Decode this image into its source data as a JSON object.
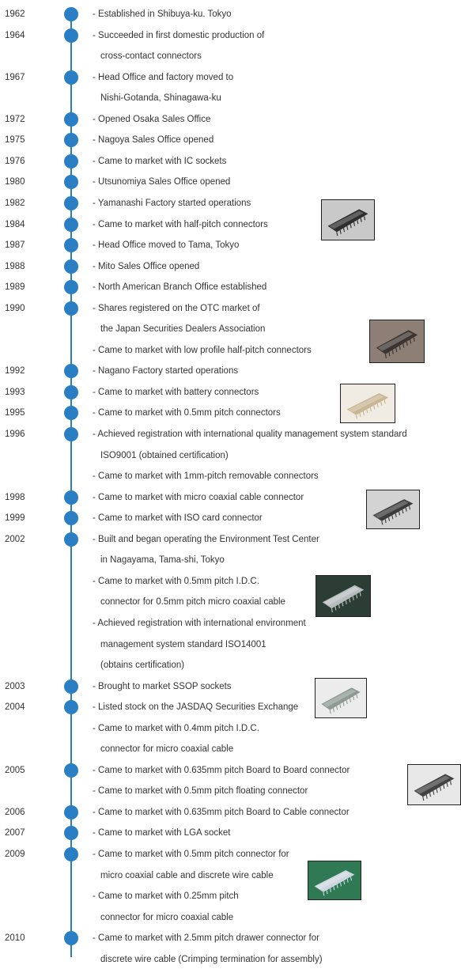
{
  "rows": [
    {
      "year": "1962",
      "text": "- Established in Shibuya-ku. Tokyo"
    },
    {
      "year": "1964",
      "text": "- Succeeded in first domestic production of"
    },
    {
      "year": "",
      "text": "cross-contact connectors"
    },
    {
      "year": "1967",
      "text": "- Head Office and factory moved to"
    },
    {
      "year": "",
      "text": "Nishi-Gotanda, Shinagawa-ku"
    },
    {
      "year": "1972",
      "text": "- Opened Osaka Sales Office"
    },
    {
      "year": "1975",
      "text": "- Nagoya Sales Office opened"
    },
    {
      "year": "1976",
      "text": "- Came to market with IC sockets"
    },
    {
      "year": "1980",
      "text": "- Utsunomiya Sales Office opened"
    },
    {
      "year": "1982",
      "text": "- Yamanashi Factory started operations"
    },
    {
      "year": "1984",
      "text": "- Came to market with half-pitch connectors"
    },
    {
      "year": "1987",
      "text": "- Head Office moved to Tama, Tokyo"
    },
    {
      "year": "1988",
      "text": "- Mito Sales Office opened"
    },
    {
      "year": "1989",
      "text": "- North American Branch Office established"
    },
    {
      "year": "1990",
      "text": "- Shares registered on the OTC market of"
    },
    {
      "year": "",
      "text": "the Japan Securities Dealers Association"
    },
    {
      "year": "",
      "text": "- Came to market with low profile half-pitch connectors"
    },
    {
      "year": "1992",
      "text": "- Nagano Factory started operations"
    },
    {
      "year": "1993",
      "text": "- Came to market with battery connectors"
    },
    {
      "year": "1995",
      "text": "- Came to market with 0.5mm pitch connectors"
    },
    {
      "year": "1996",
      "text": "- Achieved registration with international quality management system standard"
    },
    {
      "year": "",
      "text": "ISO9001 (obtained certification)"
    },
    {
      "year": "",
      "text": "- Came to market with 1mm-pitch removable connectors"
    },
    {
      "year": "1998",
      "text": "- Came to market with micro coaxial cable connector"
    },
    {
      "year": "1999",
      "text": "- Came to market with ISO card connector"
    },
    {
      "year": "2002",
      "text": "- Built and began operating the Environment Test Center"
    },
    {
      "year": "",
      "text": "in Nagayama, Tama-shi, Tokyo"
    },
    {
      "year": "",
      "text": "- Came to market with 0.5mm pitch I.D.C."
    },
    {
      "year": "",
      "text": "connector for 0.5mm pitch micro coaxial cable"
    },
    {
      "year": "",
      "text": "- Achieved registration with international environment"
    },
    {
      "year": "",
      "text": "management system standard ISO14001"
    },
    {
      "year": "",
      "text": "(obtains certification)"
    },
    {
      "year": "2003",
      "text": "- Brought to market SSOP sockets"
    },
    {
      "year": "2004",
      "text": "- Listed stock on the JASDAQ Securities Exchange"
    },
    {
      "year": "",
      "text": "- Came to market with 0.4mm pitch I.D.C."
    },
    {
      "year": "",
      "text": "connector for micro coaxial cable"
    },
    {
      "year": "2005",
      "text": "- Came to market with 0.635mm pitch Board to Board connector"
    },
    {
      "year": "",
      "text": "- Came to market with 0.5mm pitch floating connector"
    },
    {
      "year": "2006",
      "text": "- Came to market with 0.635mm pitch Board to Cable connector"
    },
    {
      "year": "2007",
      "text": "- Came to market with LGA socket"
    },
    {
      "year": "2009",
      "text": "- Came to market with 0.5mm pitch connector for"
    },
    {
      "year": "",
      "text": "micro coaxial cable and discrete wire cable"
    },
    {
      "year": "",
      "text": "- Came to market with 0.25mm pitch"
    },
    {
      "year": "",
      "text": "connector for micro coaxial cable"
    },
    {
      "year": "2010",
      "text": "- Came to market with 2.5mm pitch drawer connector for"
    },
    {
      "year": "",
      "text": "discrete wire cable (Crimping termination for assembly)"
    }
  ],
  "photos": [
    {
      "name": "half-pitch-connector-photo",
      "bg": "#c9c9c9",
      "fg": "#2d2d2d"
    },
    {
      "name": "low-profile-connector-photo",
      "bg": "#8d7f76",
      "fg": "#3c3430"
    },
    {
      "name": "battery-connector-photo",
      "bg": "#f1ece3",
      "fg": "#c9b694"
    },
    {
      "name": "card-connector-photo",
      "bg": "#d3d3d3",
      "fg": "#3b3b3b"
    },
    {
      "name": "idc-coaxial-connector-photo",
      "bg": "#2b3d35",
      "fg": "#b7bdbf"
    },
    {
      "name": "idc-04mm-connector-photo",
      "bg": "#ececec",
      "fg": "#8e9a93"
    },
    {
      "name": "board-to-board-connector-photo",
      "bg": "#e8e8e8",
      "fg": "#424242"
    },
    {
      "name": "micro-coaxial-025mm-connector-photo",
      "bg": "#2f7a55",
      "fg": "#cdd6e0"
    }
  ]
}
